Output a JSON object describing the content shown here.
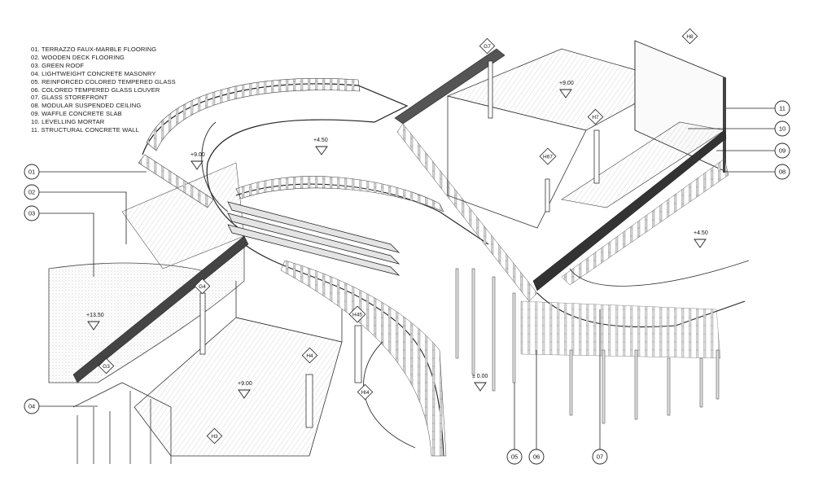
{
  "legend": [
    "01. TERRAZZO FAUX-MARBLE FLOORING",
    "02. WOODEN DECK FLOORING",
    "03. GREEN ROOF",
    "04. LIGHTWEIGHT CONCRETE MASONRY",
    "05. REINFORCED COLORED TEMPERED GLASS",
    "06. COLORED TEMPERED GLASS LOUVER",
    "07. GLASS STOREFRONT",
    "08. MODULAR SUSPENDED CEILING",
    "09. WAFFLE CONCRETE SLAB",
    "10. LEVELLING MORTAR",
    "11. STRUCTURAL CONCRETE WALL"
  ],
  "callouts": [
    "01",
    "02",
    "03",
    "04",
    "05",
    "06",
    "07",
    "08",
    "09",
    "10",
    "11"
  ],
  "levels": [
    "+9.00",
    "+4.50",
    "+9.00",
    "+4.50",
    "+13.50",
    "+9.00",
    "± 0.00"
  ],
  "grid_tags": [
    "G7",
    "H8",
    "H7",
    "H67",
    "G4",
    "H45",
    "H4",
    "G3",
    "HI4",
    "H3"
  ]
}
